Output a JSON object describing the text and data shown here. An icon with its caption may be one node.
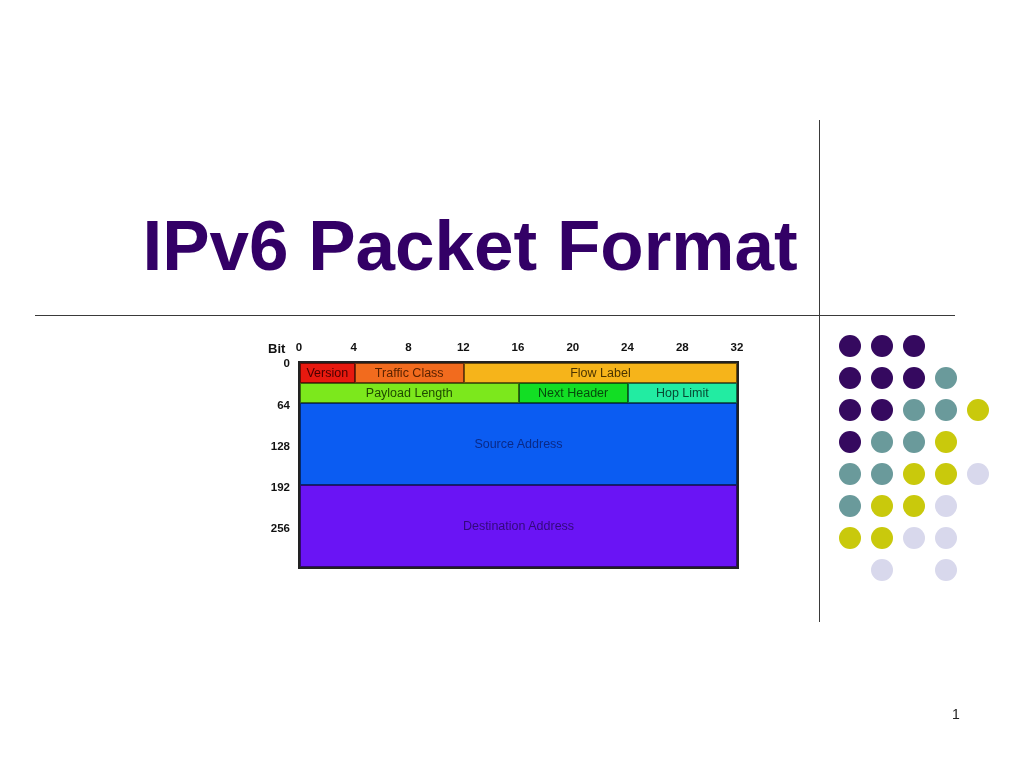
{
  "diagram": {
    "title": "IPv6 Packet Format",
    "nodes": [
      {
        "text": [
          "Version"
        ]
      },
      {
        "text": [
          "Traffic Class"
        ]
      },
      {
        "text": [
          "Flow Label"
        ]
      },
      {
        "text": [
          "Payload Length"
        ]
      },
      {
        "text": [
          "Next Header"
        ]
      },
      {
        "text": [
          "Hop Limit"
        ]
      },
      {
        "text": [
          "Source Address"
        ]
      },
      {
        "text": [
          "Destination Address"
        ]
      }
    ],
    "labels": [
      "Bit",
      "0",
      "4",
      "8",
      "12",
      "16",
      "20",
      "24",
      "28",
      "32",
      "0",
      "64",
      "128",
      "192",
      "256",
      "1"
    ]
  }
}
